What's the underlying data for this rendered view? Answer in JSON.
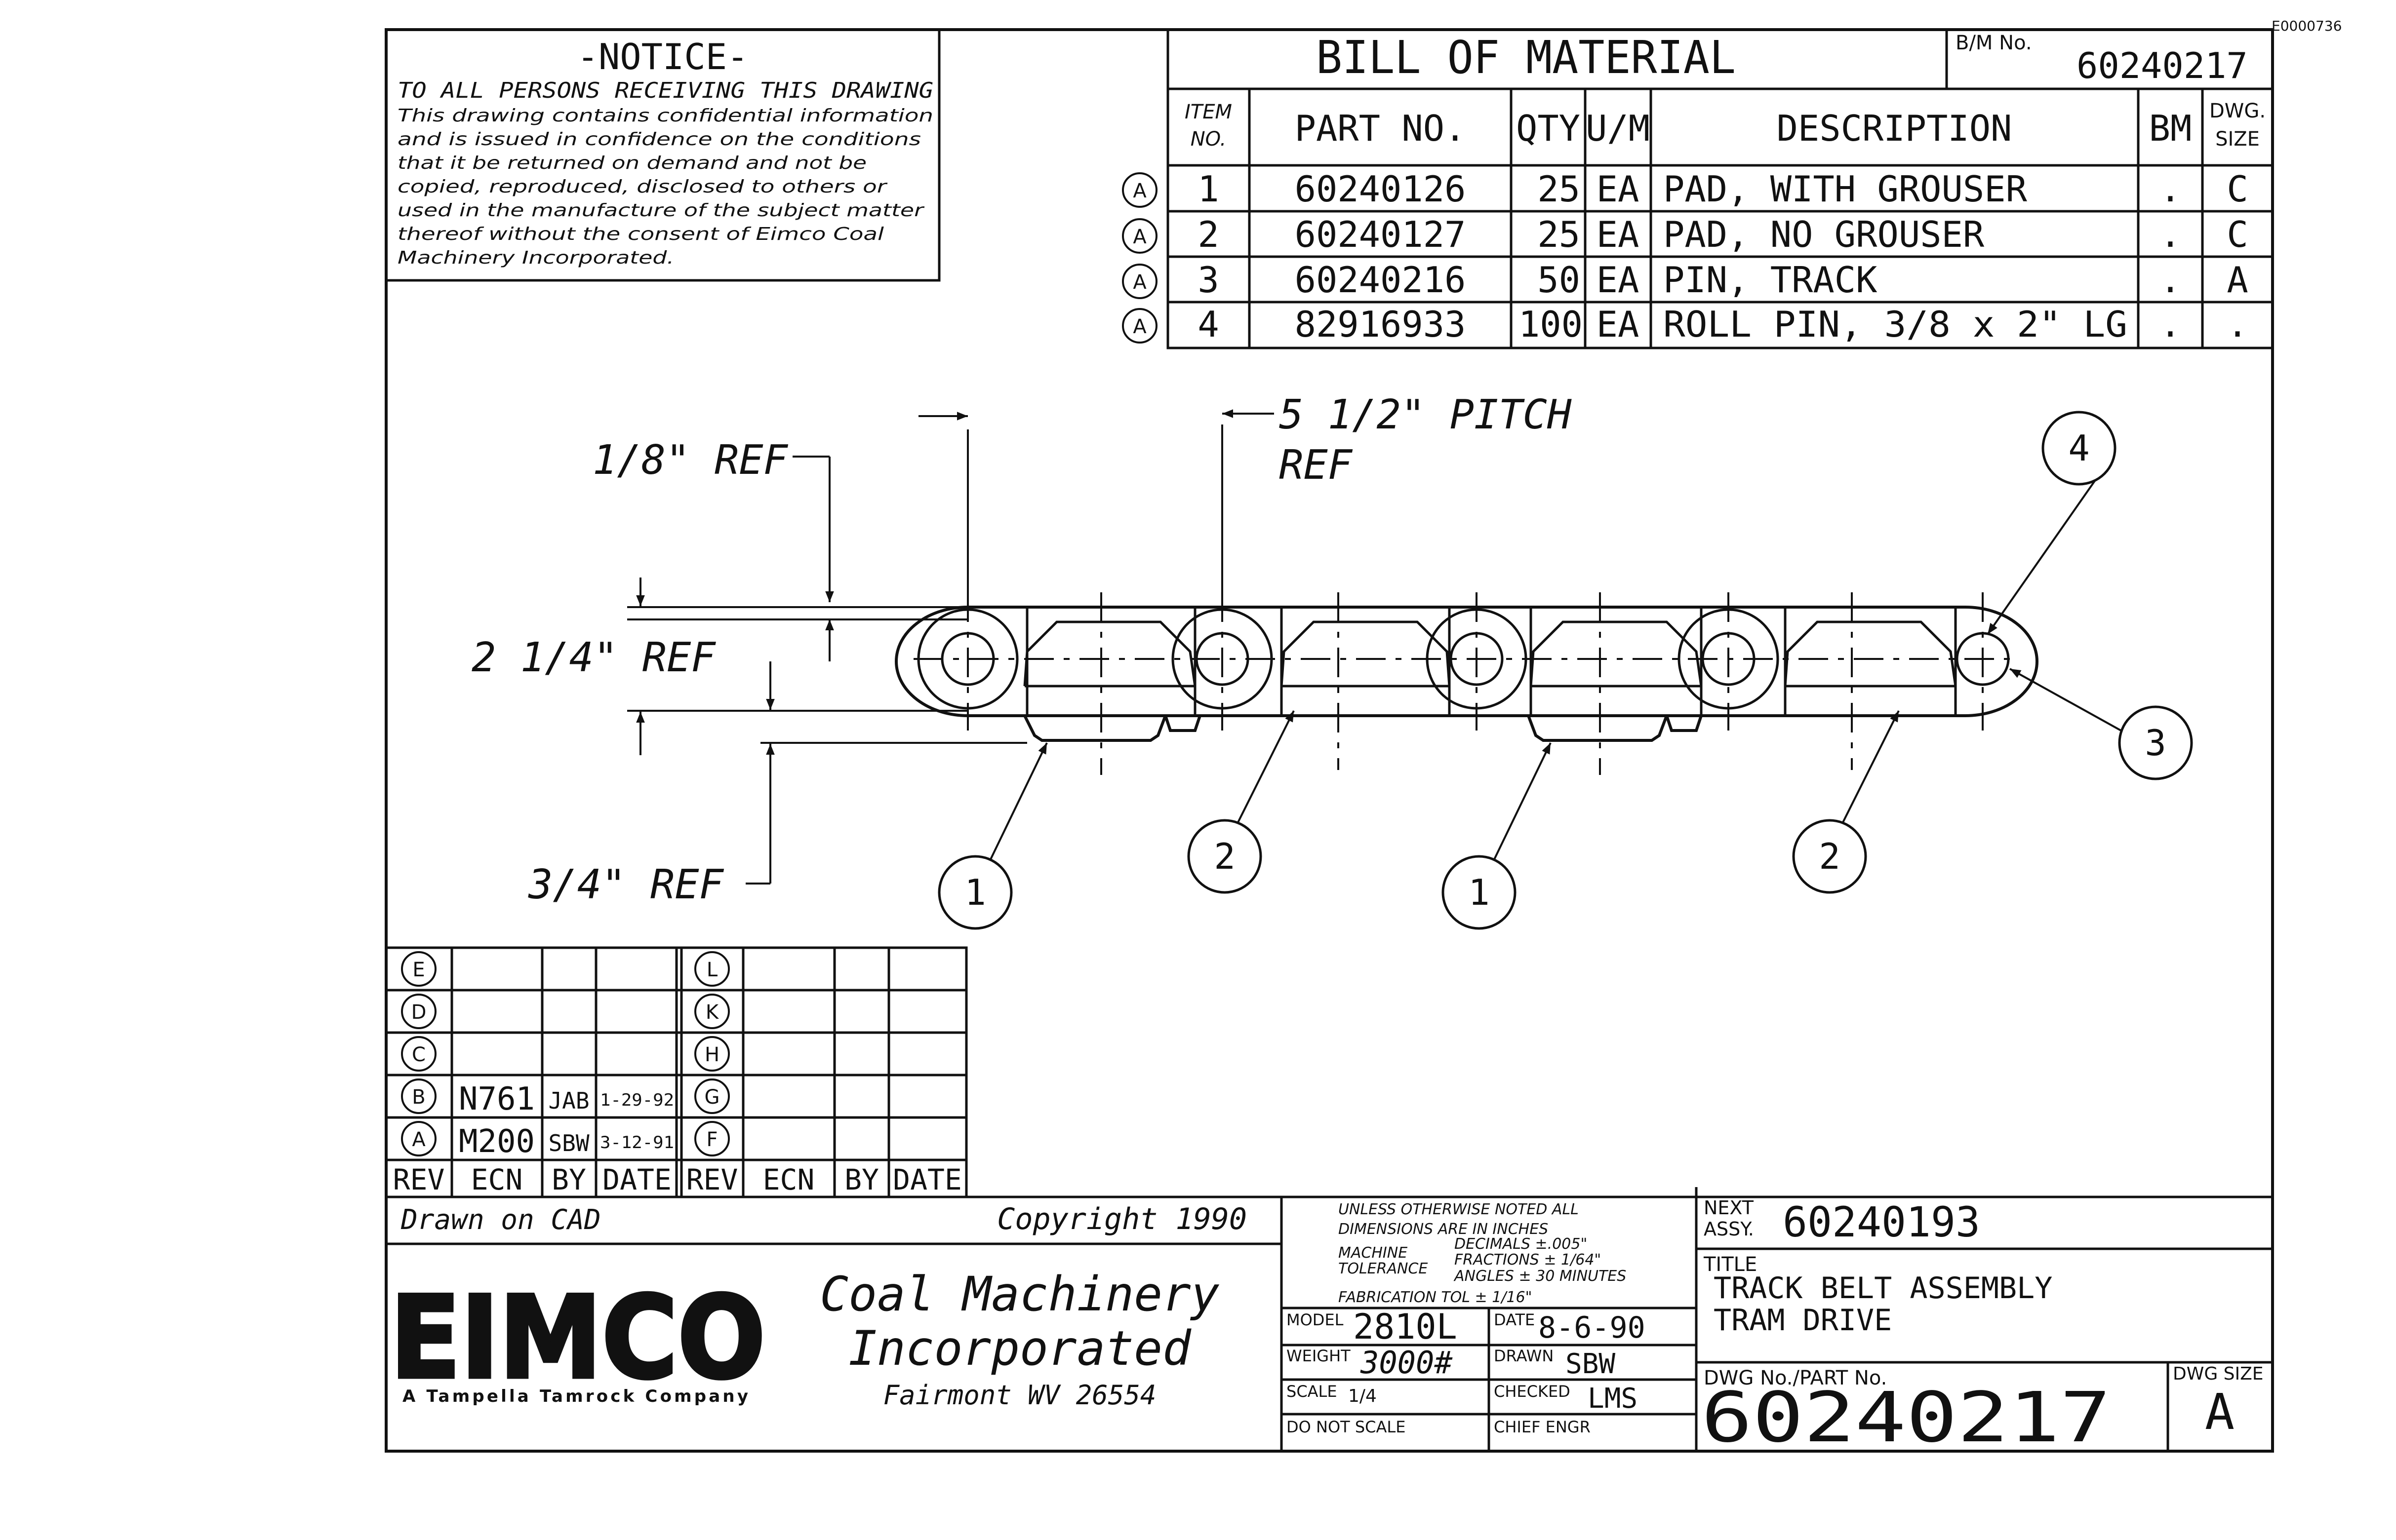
{
  "corner_tag": "E0000736",
  "notice": {
    "heading": "-NOTICE-",
    "subheading": "TO ALL PERSONS RECEIVING THIS DRAWING",
    "lines": [
      "This drawing contains confidential information",
      "and is issued in confidence on the conditions",
      "that it be returned on demand and not be",
      "copied, reproduced, disclosed to others or",
      "used in the manufacture of the subject matter",
      "thereof without the consent of Eimco Coal",
      "Machinery Incorporated."
    ]
  },
  "bom": {
    "title": "BILL OF MATERIAL",
    "bm_no_label": "B/M No.",
    "bm_no": "60240217",
    "headers": {
      "item": [
        "ITEM",
        "NO."
      ],
      "part_no": "PART NO.",
      "qty": "QTY",
      "um": "U/M",
      "description": "DESCRIPTION",
      "bm": "BM",
      "dwg_size": [
        "DWG.",
        "SIZE"
      ]
    },
    "rows": [
      {
        "rev": "A",
        "item": "1",
        "part_no": "60240126",
        "qty": "25",
        "um": "EA",
        "description": "PAD, WITH GROUSER",
        "bm": ".",
        "size": "C"
      },
      {
        "rev": "A",
        "item": "2",
        "part_no": "60240127",
        "qty": "25",
        "um": "EA",
        "description": "PAD, NO GROUSER",
        "bm": ".",
        "size": "C"
      },
      {
        "rev": "A",
        "item": "3",
        "part_no": "60240216",
        "qty": "50",
        "um": "EA",
        "description": "PIN, TRACK",
        "bm": ".",
        "size": "A"
      },
      {
        "rev": "A",
        "item": "4",
        "part_no": "82916933",
        "qty": "100",
        "um": "EA",
        "description": "ROLL PIN, 3/8 x 2\" LG",
        "bm": ".",
        "size": "."
      }
    ]
  },
  "dims": {
    "ref_1_8": "1/8\" REF",
    "pitch_1": "5 1/2\" PITCH",
    "pitch_2": "REF",
    "ref_2_1_4": "2 1/4\" REF",
    "ref_3_4": "3/4\" REF"
  },
  "balloons": {
    "b1a": "1",
    "b2a": "2",
    "b1b": "1",
    "b2b": "2",
    "b3": "3",
    "b4": "4"
  },
  "revisions": {
    "headers": [
      "REV",
      "ECN",
      "BY",
      "DATE",
      "REV",
      "ECN",
      "BY",
      "DATE"
    ],
    "rows": [
      {
        "rev": "E",
        "ecn": "",
        "by": "",
        "date": "",
        "rev2": "L"
      },
      {
        "rev": "D",
        "ecn": "",
        "by": "",
        "date": "",
        "rev2": "K"
      },
      {
        "rev": "C",
        "ecn": "",
        "by": "",
        "date": "",
        "rev2": "H"
      },
      {
        "rev": "B",
        "ecn": "N761",
        "by": "JAB",
        "date": "1-29-92",
        "rev2": "G"
      },
      {
        "rev": "A",
        "ecn": "M200",
        "by": "SBW",
        "date": "3-12-91",
        "rev2": "F"
      }
    ]
  },
  "title_block": {
    "drawn_on": "Drawn on CAD",
    "copyright": "Copyright 1990",
    "logo": "EIMCO",
    "company_1": "Coal Machinery",
    "company_2": "Incorporated",
    "city": "Fairmont WV 26554",
    "parent": "A Tampella Tamrock Company",
    "tol_1": "UNLESS OTHERWISE NOTED ALL",
    "tol_2": "DIMENSIONS ARE IN INCHES",
    "tol_machine_1": "MACHINE",
    "tol_machine_2": "TOLERANCE",
    "tol_dec": "DECIMALS ±.005\"",
    "tol_frac": "FRACTIONS ± 1/64\"",
    "tol_ang": "ANGLES ± 30 MINUTES",
    "tol_fab": "FABRICATION TOL ± 1/16\"",
    "model_label": "MODEL",
    "model": "2810L",
    "date_label": "DATE",
    "date": "8-6-90",
    "weight_label": "WEIGHT",
    "weight": "3000#",
    "drawn_label": "DRAWN",
    "drawn": "SBW",
    "scale_label": "SCALE",
    "scale": "1/4",
    "checked_label": "CHECKED",
    "checked": "LMS",
    "do_not_scale": "DO NOT SCALE",
    "chief_label": "CHIEF ENGR",
    "next_label_1": "NEXT",
    "next_label_2": "ASSY.",
    "next_assy": "60240193",
    "title_label": "TITLE",
    "title_1": "TRACK BELT ASSEMBLY",
    "title_2": "TRAM DRIVE",
    "dwg_no_label": "DWG No./PART No.",
    "dwg_no": "60240217",
    "dwg_size_label": "DWG SIZE",
    "dwg_size": "A"
  }
}
